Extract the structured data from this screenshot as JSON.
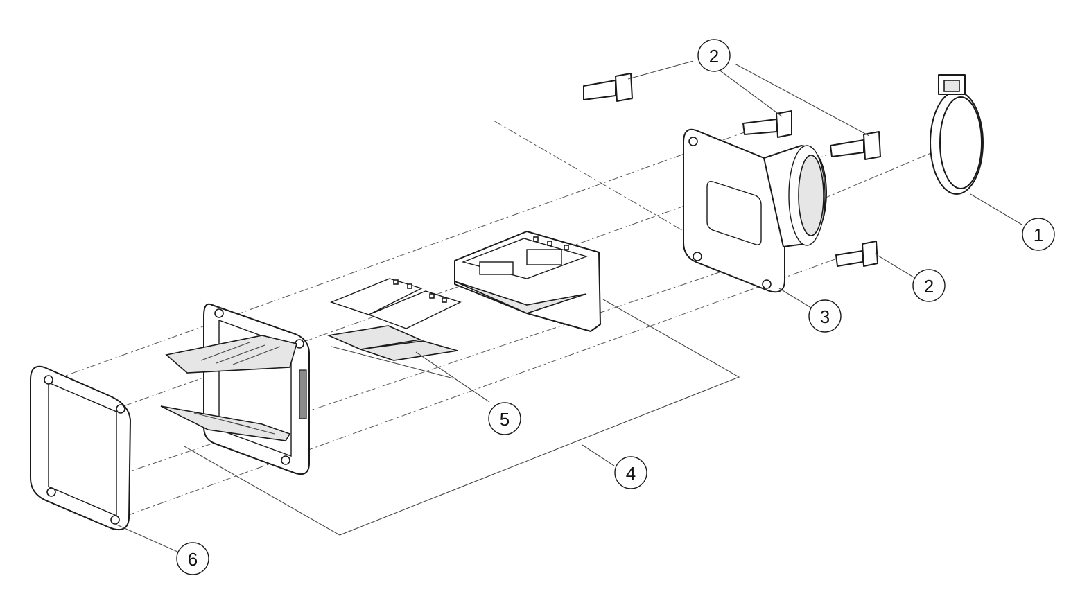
{
  "diagram": {
    "callouts": [
      {
        "id": "c1",
        "label": "1"
      },
      {
        "id": "c2a",
        "label": "2"
      },
      {
        "id": "c2b",
        "label": "2"
      },
      {
        "id": "c3",
        "label": "3"
      },
      {
        "id": "c4",
        "label": "4"
      },
      {
        "id": "c5",
        "label": "5"
      },
      {
        "id": "c6",
        "label": "6"
      }
    ]
  }
}
